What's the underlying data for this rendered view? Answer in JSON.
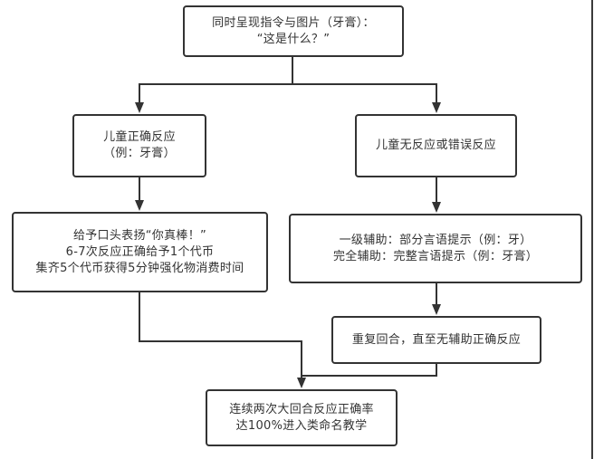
{
  "flowchart": {
    "nodes": {
      "start": {
        "lines": [
          "同时呈现指令与图片（牙膏）：",
          "“这是什么？”"
        ]
      },
      "correct_response": {
        "lines": [
          "儿童正确反应",
          "（例：牙膏）"
        ]
      },
      "wrong_response": {
        "lines": [
          "儿童无反应或错误反应"
        ]
      },
      "reinforcement": {
        "lines": [
          "给予口头表扬“你真棒！”",
          "6-7次反应正确给予1个代币",
          "集齐5个代币获得5分钟强化物消费时间"
        ]
      },
      "prompting": {
        "lines": [
          "一级辅助：部分言语提示（例：牙）",
          "完全辅助：完整言语提示（例：牙膏）"
        ]
      },
      "repeat": {
        "lines": [
          "重复回合，直至无辅助正确反应"
        ]
      },
      "criterion": {
        "lines": [
          "连续两次大回合反应正确率",
          "达100%进入类命名教学"
        ]
      }
    },
    "edges": [
      {
        "from": "start",
        "to": "correct_response"
      },
      {
        "from": "start",
        "to": "wrong_response"
      },
      {
        "from": "correct_response",
        "to": "reinforcement"
      },
      {
        "from": "wrong_response",
        "to": "prompting"
      },
      {
        "from": "prompting",
        "to": "repeat"
      },
      {
        "from": "reinforcement",
        "to": "criterion"
      },
      {
        "from": "repeat",
        "to": "criterion"
      }
    ],
    "colors": {
      "stroke": "#333333",
      "text": "#333333",
      "background": "#ffffff"
    }
  }
}
